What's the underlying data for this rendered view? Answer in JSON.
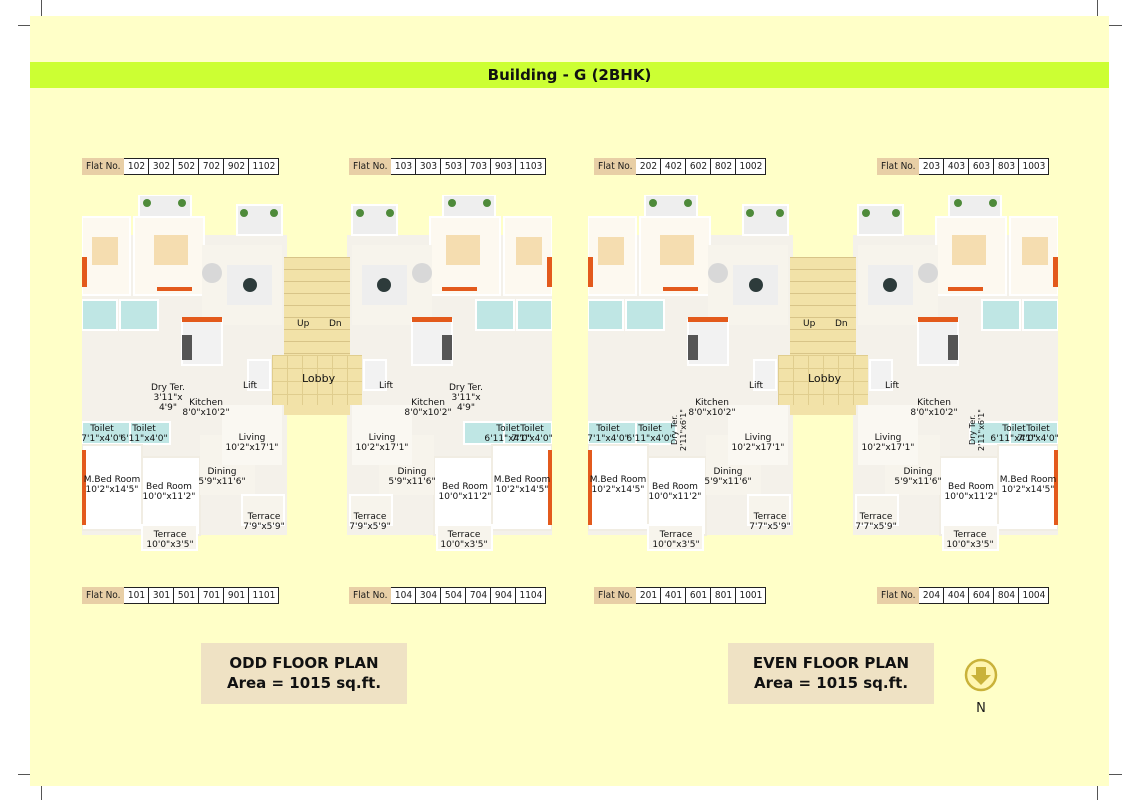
{
  "title": "Building - G (2BHK)",
  "flat_tables": [
    {
      "id": "odd-top-left",
      "label": "Flat No.",
      "numbers": [
        "102",
        "302",
        "502",
        "702",
        "902",
        "1102"
      ]
    },
    {
      "id": "odd-top-right",
      "label": "Flat No.",
      "numbers": [
        "103",
        "303",
        "503",
        "703",
        "903",
        "1103"
      ]
    },
    {
      "id": "even-top-left",
      "label": "Flat No.",
      "numbers": [
        "202",
        "402",
        "602",
        "802",
        "1002"
      ]
    },
    {
      "id": "even-top-right",
      "label": "Flat No.",
      "numbers": [
        "203",
        "403",
        "603",
        "803",
        "1003"
      ]
    },
    {
      "id": "odd-bottom-left",
      "label": "Flat No.",
      "numbers": [
        "101",
        "301",
        "501",
        "701",
        "901",
        "1101"
      ]
    },
    {
      "id": "odd-bottom-right",
      "label": "Flat No.",
      "numbers": [
        "104",
        "304",
        "504",
        "704",
        "904",
        "1104"
      ]
    },
    {
      "id": "even-bottom-left",
      "label": "Flat No.",
      "numbers": [
        "201",
        "401",
        "601",
        "801",
        "1001"
      ]
    },
    {
      "id": "even-bottom-right",
      "label": "Flat No.",
      "numbers": [
        "204",
        "404",
        "604",
        "804",
        "1004"
      ]
    }
  ],
  "plans": {
    "odd": {
      "common": {
        "up": "Up",
        "dn": "Dn",
        "lobby": "Lobby",
        "lift_left": "Lift",
        "lift_right": "Lift"
      },
      "left": {
        "dry_ter": "Dry Ter.",
        "dry_ter_size": "3'11\"x\n4'9\"",
        "kitchen": "Kitchen",
        "kitchen_size": "8'0\"x10'2\"",
        "living": "Living",
        "living_size": "10'2\"x17'1\"",
        "dining": "Dining",
        "dining_size": "5'9\"x11'6\"",
        "toilet1": "Toilet",
        "toilet1_size": "7'1\"x4'0\"",
        "toilet2": "Toilet",
        "toilet2_size": "6'11\"x4'0\"",
        "mbed": "M.Bed Room",
        "mbed_size": "10'2\"x14'5\"",
        "bed": "Bed Room",
        "bed_size": "10'0\"x11'2\"",
        "terrace1": "Terrace",
        "terrace1_size": "10'0\"x3'5\"",
        "terrace2": "Terrace",
        "terrace2_size": "7'9\"x5'9\""
      },
      "right": {
        "dry_ter": "Dry Ter.",
        "dry_ter_size": "3'11\"x\n4'9\"",
        "kitchen": "Kitchen",
        "kitchen_size": "8'0\"x10'2\"",
        "living": "Living",
        "living_size": "10'2\"x17'1\"",
        "dining": "Dining",
        "dining_size": "5'9\"x11'6\"",
        "toilet1": "Toilet",
        "toilet1_size": "6'11\"x4'0\"",
        "toilet2": "Toilet",
        "toilet2_size": "7'1\"x4'0\"",
        "mbed": "M.Bed Room",
        "mbed_size": "10'2\"x14'5\"",
        "bed": "Bed Room",
        "bed_size": "10'0\"x11'2\"",
        "terrace1": "Terrace",
        "terrace1_size": "10'0\"x3'5\"",
        "terrace2": "Terrace",
        "terrace2_size": "7'9\"x5'9\""
      }
    },
    "even": {
      "common": {
        "up": "Up",
        "dn": "Dn",
        "lobby": "Lobby",
        "lift_left": "Lift",
        "lift_right": "Lift"
      },
      "left": {
        "dry_ter": "Dry Ter.",
        "dry_ter_size": "2'11\"x6'1\"",
        "kitchen": "Kitchen",
        "kitchen_size": "8'0\"x10'2\"",
        "living": "Living",
        "living_size": "10'2\"x17'1\"",
        "dining": "Dining",
        "dining_size": "5'9\"x11'6\"",
        "toilet1": "Toilet",
        "toilet1_size": "7'1\"x4'0\"",
        "toilet2": "Toilet",
        "toilet2_size": "6'11\"x4'0\"",
        "mbed": "M.Bed Room",
        "mbed_size": "10'2\"x14'5\"",
        "bed": "Bed Room",
        "bed_size": "10'0\"x11'2\"",
        "terrace1": "Terrace",
        "terrace1_size": "10'0\"x3'5\"",
        "terrace2": "Terrace",
        "terrace2_size": "7'7\"x5'9\""
      },
      "right": {
        "dry_ter": "Dry Ter.",
        "dry_ter_size": "2'11\"x6'1\"",
        "kitchen": "Kitchen",
        "kitchen_size": "8'0\"x10'2\"",
        "living": "Living",
        "living_size": "10'2\"x17'1\"",
        "dining": "Dining",
        "dining_size": "5'9\"x11'6\"",
        "toilet1": "Toilet",
        "toilet1_size": "6'11\"x4'0\"",
        "toilet2": "Toilet",
        "toilet2_size": "7'1\"x4'0\"",
        "mbed": "M.Bed Room",
        "mbed_size": "10'2\"x14'5\"",
        "bed": "Bed Room",
        "bed_size": "10'0\"x11'2\"",
        "terrace1": "Terrace",
        "terrace1_size": "10'0\"x3'5\"",
        "terrace2": "Terrace",
        "terrace2_size": "7'7\"x5'9\""
      }
    }
  },
  "odd_box": {
    "title": "ODD FLOOR PLAN",
    "area": "Area = 1015 sq.ft."
  },
  "even_box": {
    "title": "EVEN FLOOR PLAN",
    "area": "Area = 1015 sq.ft."
  },
  "north": {
    "label": "N",
    "icon": "north-arrow-icon"
  },
  "colors": {
    "page": "#ffffc8",
    "title_bar": "#ccff33",
    "flat_label": "#e8cfa6",
    "floor_box": "#efe2c4",
    "lobby": "#f2e2a8",
    "toilet": "#bfe6e4",
    "floor": "#f4f1ea",
    "wall": "#ffffff",
    "accent": "#e35a1c",
    "north": "#c9b23a"
  }
}
